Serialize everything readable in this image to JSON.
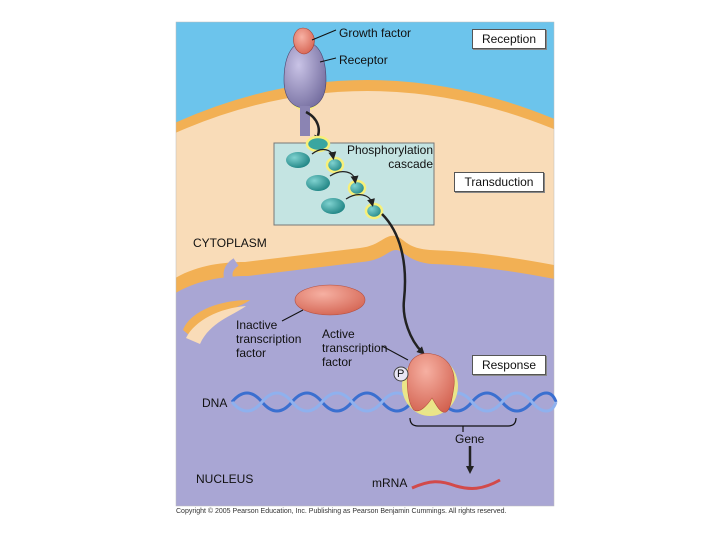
{
  "labels": {
    "growth_factor": "Growth factor",
    "receptor": "Receptor",
    "reception": "Reception",
    "phosphorylation_cascade_line1": "Phosphorylation",
    "phosphorylation_cascade_line2": "cascade",
    "transduction": "Transduction",
    "cytoplasm": "CYTOPLASM",
    "inactive_tf_line1": "Inactive",
    "inactive_tf_line2": "transcription",
    "inactive_tf_line3": "factor",
    "active_tf_line1": "Active",
    "active_tf_line2": "transcription",
    "active_tf_line3": "factor",
    "phosphate": "P",
    "response": "Response",
    "dna": "DNA",
    "gene": "Gene",
    "nucleus": "NUCLEUS",
    "mrna": "mRNA"
  },
  "footer": "Copyright © 2005 Pearson Education, Inc. Publishing as Pearson Benjamin Cummings. All rights reserved.",
  "colors": {
    "extracellular": "#6cc4ec",
    "membrane": "#f2b054",
    "cytoplasm": "#f9dcb8",
    "nucleus": "#a9a6d4",
    "cascade_box": "#c4e4e2",
    "receptor": "#7f78a8",
    "growth_factor": "#e26a5a",
    "kinase": "#1f8e8e",
    "transcription_factor": "#e07a6a",
    "dna_strand": "#3a6fd0",
    "mrna": "#d24a4a"
  }
}
